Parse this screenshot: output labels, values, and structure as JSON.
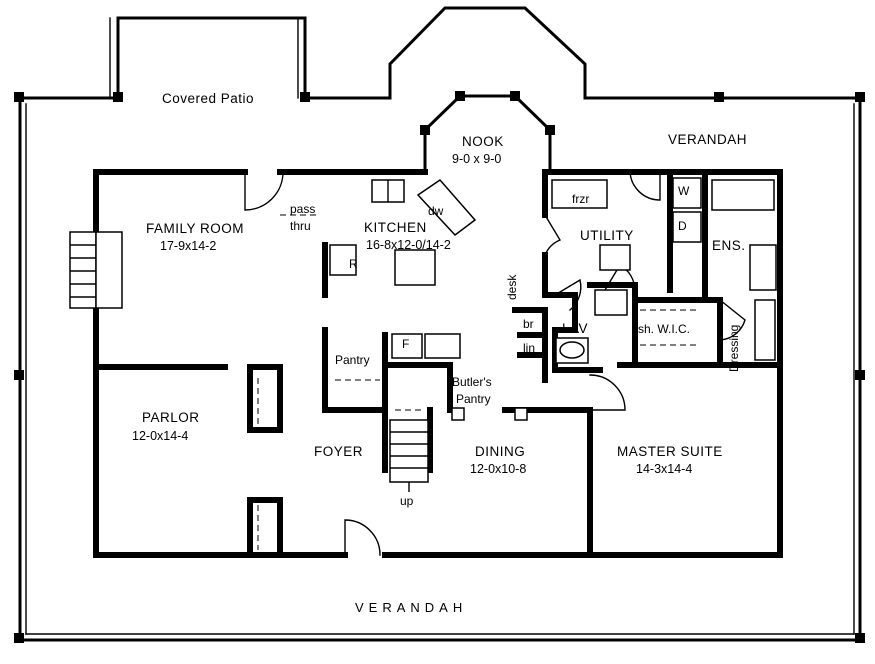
{
  "labels": {
    "covered_patio": "Covered Patio",
    "nook": "NOOK",
    "nook_dim": "9-0 x 9-0",
    "verandah_top": "VERANDAH",
    "verandah_bottom": "VERANDAH",
    "family_room": "FAMILY ROOM",
    "family_room_dim": "17-9x14-2",
    "pass": "pass",
    "thru": "thru",
    "kitchen": "KITCHEN",
    "kitchen_dim": "16-8x12-0/14-2",
    "dw": "dw",
    "r": "R",
    "frzr": "frzr",
    "w": "W",
    "d": "D",
    "utility": "UTILITY",
    "ens": "ENS.",
    "desk": "desk",
    "br": "br",
    "lin": "lin",
    "lav": "LAV",
    "wic": "sh. W.I.C.",
    "dressing": "Dressing",
    "pantry": "Pantry",
    "f": "F",
    "butlers": "Butler's",
    "butlers_pantry": "Pantry",
    "parlor": "PARLOR",
    "parlor_dim": "12-0x14-4",
    "foyer": "FOYER",
    "dining": "DINING",
    "dining_dim": "12-0x10-8",
    "master_suite": "MASTER SUITE",
    "master_suite_dim": "14-3x14-4",
    "up": "up"
  }
}
